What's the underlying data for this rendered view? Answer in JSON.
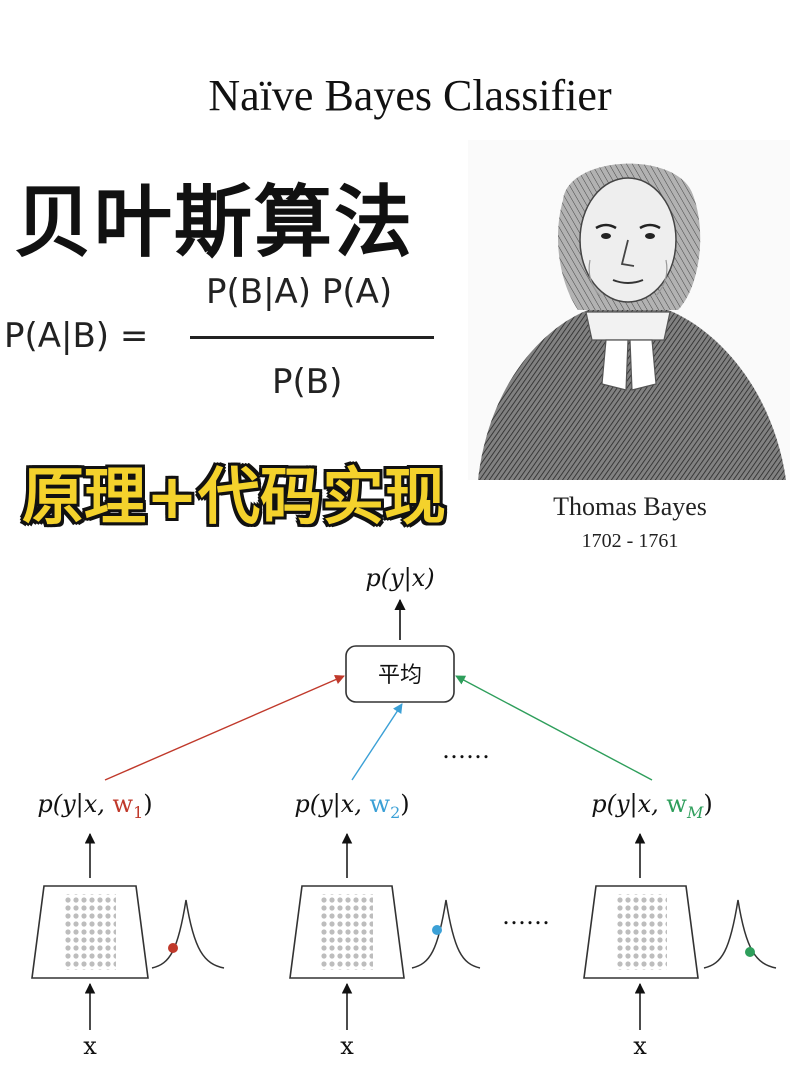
{
  "header": {
    "title_en": "Naïve Bayes Classifier",
    "title_cn": "贝叶斯算法",
    "subtitle_cn": "原理+代码实现"
  },
  "formula": {
    "lhs": "P(A|B) =",
    "numerator": "P(B|A)  P(A)",
    "denominator": "P(B)"
  },
  "portrait": {
    "name": "Thomas Bayes",
    "years": "1702 - 1761"
  },
  "diagram": {
    "top_output": "p(y|x)",
    "average_label": "平均",
    "ellipsis": "……",
    "ellipsis_models": "……",
    "input_label": "x",
    "models": [
      {
        "prob_prefix": "p(y|x, ",
        "weight": "w",
        "sub": "1",
        "color": "#c0392b"
      },
      {
        "prob_prefix": "p(y|x, ",
        "weight": "w",
        "sub": "2",
        "color": "#3ba0d6"
      },
      {
        "prob_prefix": "p(y|x, ",
        "weight": "w",
        "sub": "M",
        "color": "#2e9e5b"
      }
    ]
  },
  "colors": {
    "text": "#111111",
    "highlight_yellow": "#f4d22c",
    "red": "#c0392b",
    "blue": "#3ba0d6",
    "green": "#2e9e5b"
  }
}
